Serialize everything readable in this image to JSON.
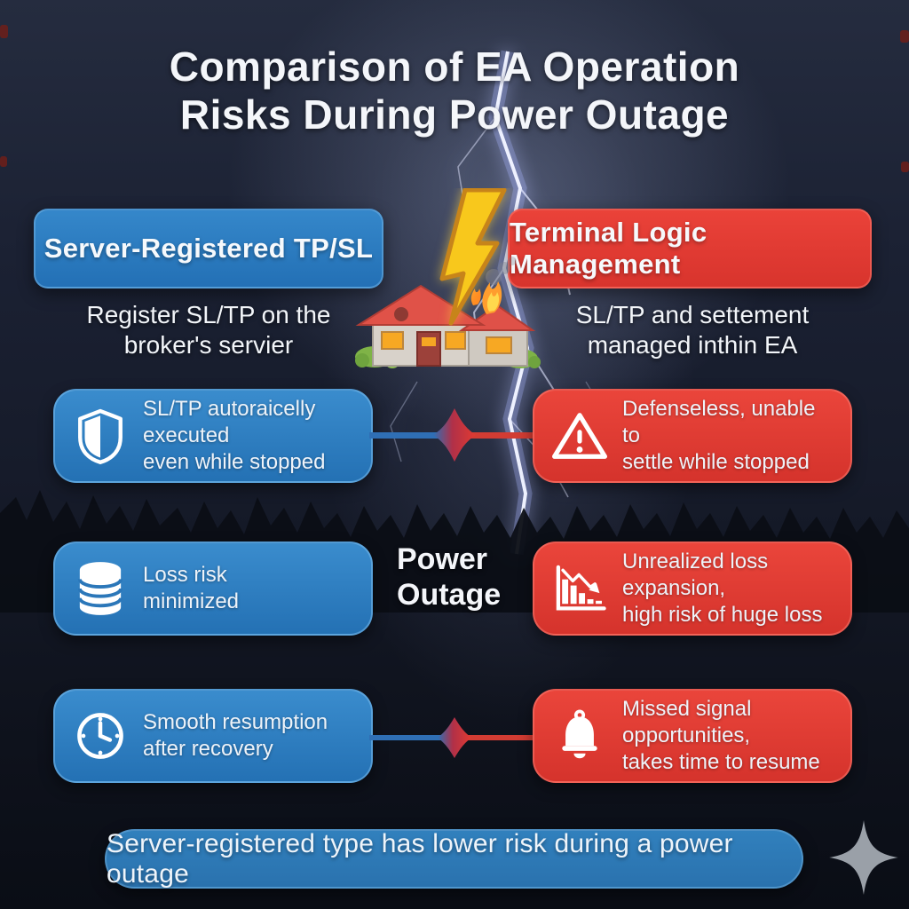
{
  "title": {
    "line1": "Comparison of EA Operation",
    "line2": "Risks During Power Outage"
  },
  "columns": {
    "left": {
      "header": "Server-Registered TP/SL",
      "subtitle_line1": "Register SL/TP on the",
      "subtitle_line2": "broker's servier",
      "accent_color": "#2b7cc2"
    },
    "right": {
      "header": "Terminal Logic Management",
      "subtitle_line1": "SL/TP and settement",
      "subtitle_line2": "managed inthin EA",
      "accent_color": "#e23a31"
    }
  },
  "center": {
    "power_label_line1": "Power",
    "power_label_line2": "Outage",
    "illustration": "lightning-bolt-striking-burning-house",
    "lightning_bolt_color": "#f8c81c"
  },
  "rows": [
    {
      "left": {
        "icon": "shield-icon",
        "line1": "SL/TP autoraicelly executed",
        "line2": "even while stopped"
      },
      "right": {
        "icon": "warning-triangle-icon",
        "line1": "Defenseless, unable to",
        "line2": "settle while stopped"
      }
    },
    {
      "left": {
        "icon": "database-icon",
        "line1": "Loss risk",
        "line2": "minimized"
      },
      "right": {
        "icon": "declining-chart-icon",
        "line1": "Unrealized loss expansion,",
        "line2": "high risk of huge loss"
      }
    },
    {
      "left": {
        "icon": "clock-icon",
        "line1": "Smooth resumption",
        "line2": "after recovery"
      },
      "right": {
        "icon": "bell-icon",
        "line1": "Missed signal opportunities,",
        "line2": "takes time to resume"
      }
    }
  ],
  "footer": {
    "text": "Server-registered type has lower risk during a power outage",
    "background_color": "#2d7ab8"
  },
  "decor": {
    "sparkle_icon_color": "#9aa0a8",
    "background_sky_color": "#161b2a",
    "tree_silhouette_color": "#0b0e15"
  }
}
